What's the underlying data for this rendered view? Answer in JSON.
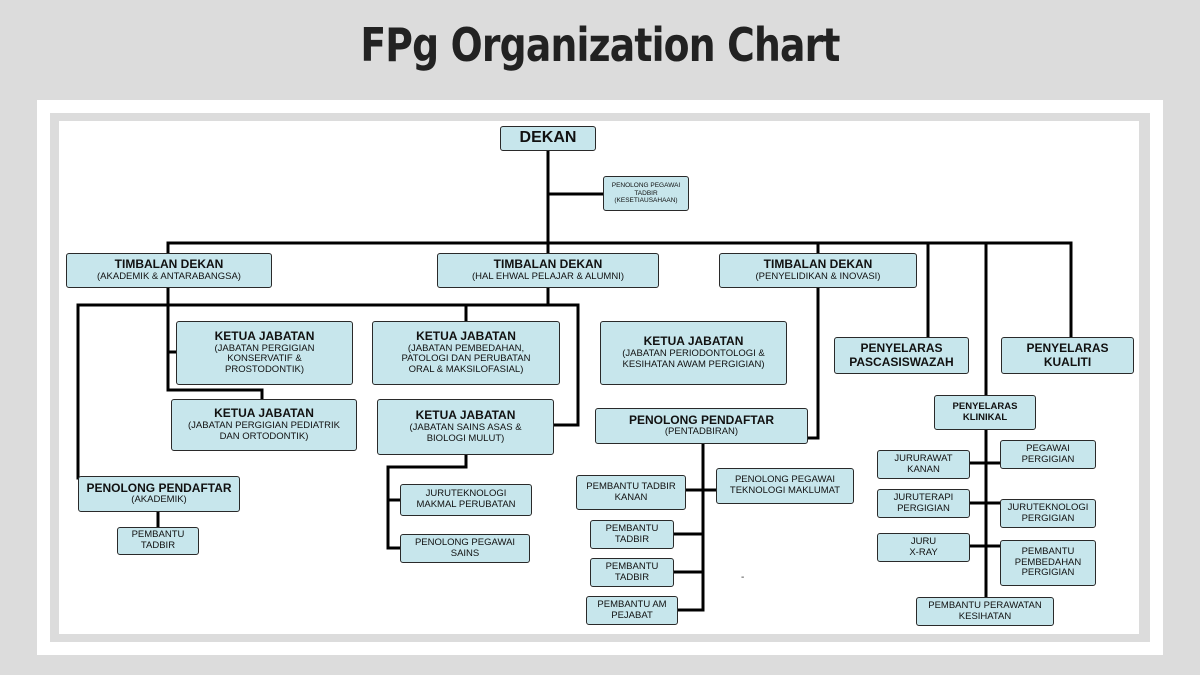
{
  "title": "FPg Organization Chart",
  "nodes": {
    "dekan": {
      "title": "DEKAN"
    },
    "penolong_pegawai_tadbir": {
      "lines": [
        "PENOLONG PEGAWAI",
        "TADBIR",
        "(KESETIAUSAHAAN)"
      ]
    },
    "timbalan_akademik": {
      "title": "TIMBALAN DEKAN",
      "sub": "(AKADEMIK & ANTARABANGSA)"
    },
    "timbalan_hep": {
      "title": "TIMBALAN DEKAN",
      "sub": "(HAL EHWAL PELAJAR & ALUMNI)"
    },
    "timbalan_penyelidikan": {
      "title": "TIMBALAN DEKAN",
      "sub": "(PENYELIDIKAN & INOVASI)"
    },
    "kj_konservatif": {
      "title": "KETUA JABATAN",
      "lines": [
        "(JABATAN PERGIGIAN",
        "KONSERVATIF &",
        "PROSTODONTIK)"
      ]
    },
    "kj_pembedahan": {
      "title": "KETUA JABATAN",
      "lines": [
        "(JABATAN PEMBEDAHAN,",
        "PATOLOGI DAN PERUBATAN",
        "ORAL & MAKSILOFASIAL)"
      ]
    },
    "kj_periodontologi": {
      "title": "KETUA JABATAN",
      "lines": [
        "(JABATAN PERIODONTOLOGI &",
        "KESIHATAN AWAM PERGIGIAN)"
      ]
    },
    "penyelaras_pascasiswazah": {
      "lines": [
        "PENYELARAS",
        "PASCASISWAZAH"
      ]
    },
    "penyelaras_kualiti": {
      "lines": [
        "PENYELARAS",
        "KUALITI"
      ]
    },
    "kj_pediatrik": {
      "title": "KETUA JABATAN",
      "lines": [
        "(JABATAN PERGIGIAN PEDIATRIK",
        "DAN ORTODONTIK)"
      ]
    },
    "kj_sains_asas": {
      "title": "KETUA JABATAN",
      "lines": [
        "(JABATAN SAINS ASAS &",
        "BIOLOGI MULUT)"
      ]
    },
    "penolong_pendaftar_pentadbiran": {
      "title": "PENOLONG PENDAFTAR",
      "sub": "(PENTADBIRAN)"
    },
    "penyelaras_klinikal": {
      "lines": [
        "PENYELARAS",
        "KLINIKAL"
      ]
    },
    "penolong_pendaftar_akademik": {
      "title": "PENOLONG PENDAFTAR",
      "sub": "(AKADEMIK)"
    },
    "pembantu_tadbir_akademik": {
      "lines": [
        "PEMBANTU",
        "TADBIR"
      ]
    },
    "juruteknologi_makmal": {
      "lines": [
        "JURUTEKNOLOGI",
        "MAKMAL PERUBATAN"
      ]
    },
    "penolong_pegawai_sains": {
      "lines": [
        "PENOLONG PEGAWAI",
        "SAINS"
      ]
    },
    "pembantu_tadbir_kanan": {
      "lines": [
        "PEMBANTU TADBIR",
        "KANAN"
      ]
    },
    "penolong_pegawai_tm": {
      "lines": [
        "PENOLONG PEGAWAI",
        "TEKNOLOGI MAKLUMAT"
      ]
    },
    "pembantu_tadbir_1": {
      "lines": [
        "PEMBANTU",
        "TADBIR"
      ]
    },
    "pembantu_tadbir_2": {
      "lines": [
        "PEMBANTU",
        "TADBIR"
      ]
    },
    "pembantu_am_pejabat": {
      "lines": [
        "PEMBANTU AM",
        "PEJABAT"
      ]
    },
    "jururawat_kanan": {
      "lines": [
        "JURURAWAT",
        "KANAN"
      ]
    },
    "pegawai_pergigian": {
      "lines": [
        "PEGAWAI",
        "PERGIGIAN"
      ]
    },
    "juruterapi_pergigian": {
      "lines": [
        "JURUTERAPI",
        "PERGIGIAN"
      ]
    },
    "juruteknologi_pergigian": {
      "lines": [
        "JURUTEKNOLOGI",
        "PERGIGIAN"
      ]
    },
    "juru_xray": {
      "lines": [
        "JURU",
        "X-RAY"
      ]
    },
    "pembantu_pembedahan": {
      "lines": [
        "PEMBANTU",
        "PEMBEDAHAN",
        "PERGIGIAN"
      ]
    },
    "pembantu_perawatan": {
      "lines": [
        "PEMBANTU PERAWATAN",
        "KESIHATAN"
      ]
    }
  },
  "stray_mark": "-"
}
